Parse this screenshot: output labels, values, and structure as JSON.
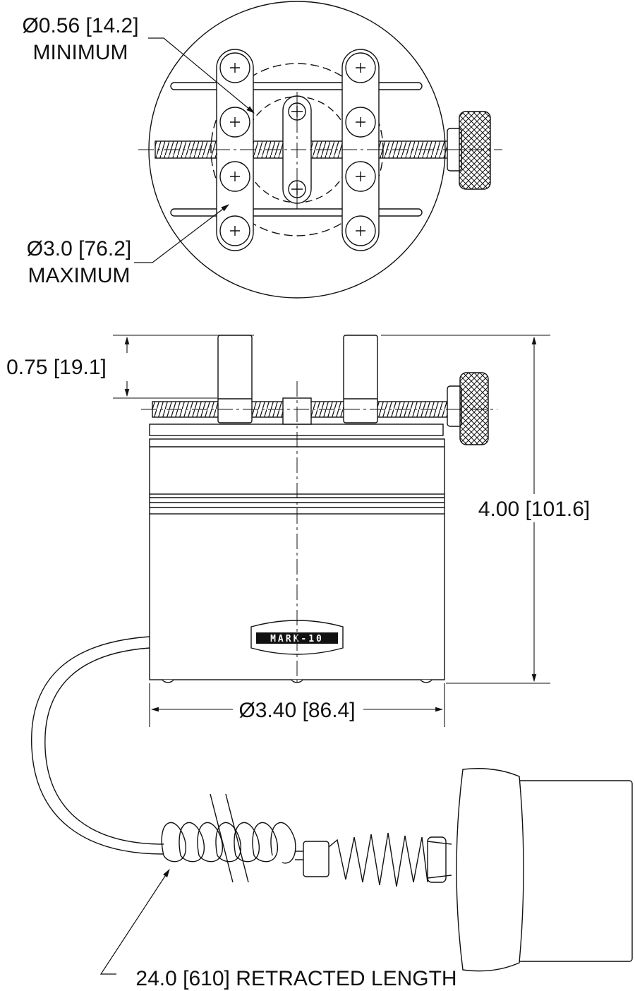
{
  "labels": {
    "min_diameter": "Ø0.56 [14.2]",
    "min_word": "MINIMUM",
    "max_diameter": "Ø3.0 [76.2]",
    "max_word": "MAXIMUM",
    "post_height": "0.75 [19.1]",
    "overall_height": "4.00 [101.6]",
    "base_diameter": "Ø3.40 [86.4]",
    "cable_length": "24.0 [610] RETRACTED LENGTH"
  },
  "logo_text": "MARK-10",
  "colors": {
    "line": "#111111",
    "background": "#ffffff",
    "logo_fill": "#111111"
  }
}
